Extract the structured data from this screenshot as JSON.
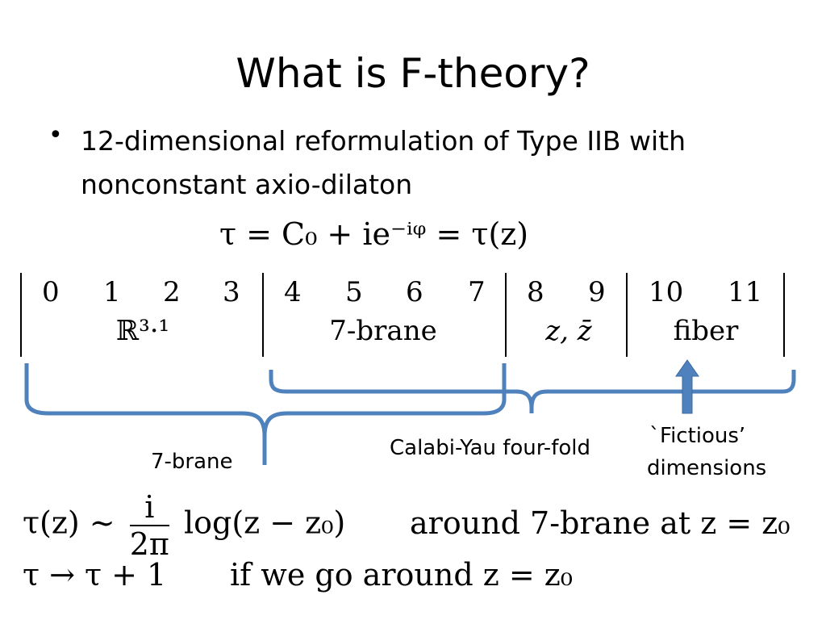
{
  "slide": {
    "title": "What is F-theory?",
    "bullet": "12-dimensional reformulation of Type IIB with nonconstant axio-dilaton",
    "tau_equation": "τ = C₀ + ie⁻ⁱᵠ = τ(z)"
  },
  "table": {
    "groups": [
      {
        "digits": [
          "0",
          "1",
          "2",
          "3"
        ],
        "label": "ℝ³·¹"
      },
      {
        "digits": [
          "4",
          "5",
          "6",
          "7"
        ],
        "label": "7-brane"
      },
      {
        "digits": [
          "8",
          "9"
        ],
        "label": "z, z̄"
      },
      {
        "digits": [
          "10",
          "11"
        ],
        "label": "fiber"
      }
    ]
  },
  "annotations": {
    "seven_brane": "7-brane",
    "calabi_yau": "Calabi-Yau four-fold",
    "fictious_line1": "`Fictious’",
    "fictious_line2": "dimensions"
  },
  "equations": {
    "tau_z_lhs": "τ(z) ∼",
    "frac_num": "i",
    "frac_den": "2π",
    "tau_z_rhs": "log(z − z₀)",
    "around": "around 7-brane at z = z₀",
    "monodromy": "τ → τ + 1",
    "monodromy_text": "if we go around z = z₀"
  },
  "colors": {
    "brace": "#4f81bd",
    "arrow": "#4f81bd"
  }
}
